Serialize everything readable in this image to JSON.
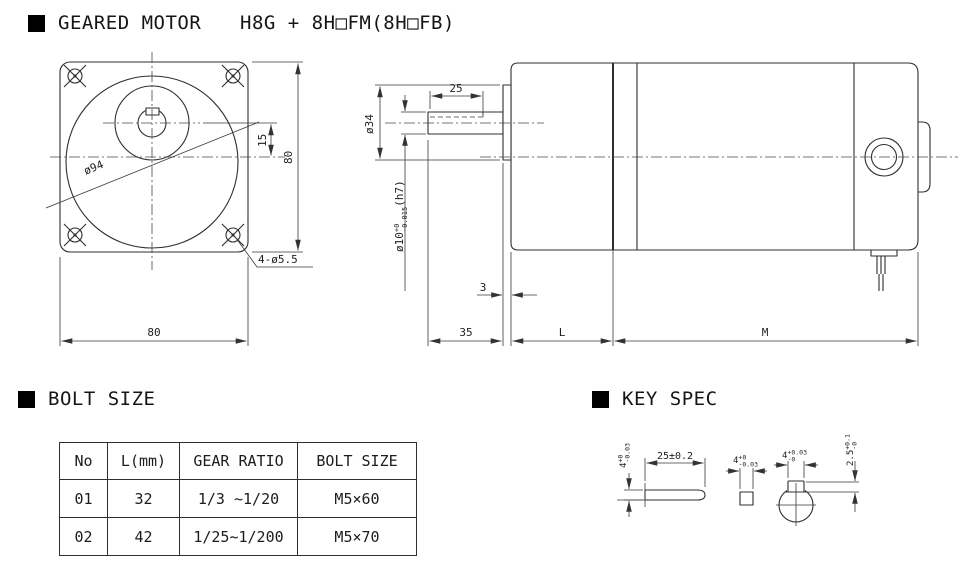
{
  "title": {
    "label": "GEARED MOTOR",
    "model": "H8G + 8H□FM(8H□FB)"
  },
  "front_view": {
    "dim_width": "80",
    "dim_height": "80",
    "dim_shaft_offset": "15",
    "dim_gear_dia": "ø94",
    "dim_mount_holes": "4-ø5.5"
  },
  "side_view": {
    "dim_key_length": "25",
    "dim_boss_dia": "ø34",
    "shaft_dia": {
      "main": "ø10",
      "sup": "+0",
      "sub": "-0.015",
      "fit": "(h7)"
    },
    "dim_boss_depth": "3",
    "dim_shaft_length": "35",
    "dim_gearhead_length": "L",
    "dim_motor_length": "M"
  },
  "bolt_size": {
    "section_label": "BOLT SIZE",
    "headers": [
      "No",
      "L(mm)",
      "GEAR RATIO",
      "BOLT SIZE"
    ],
    "rows": [
      [
        "01",
        "32",
        "1/3 ~1/20",
        "M5×60"
      ],
      [
        "02",
        "42",
        "1/25~1/200",
        "M5×70"
      ]
    ]
  },
  "key_spec": {
    "section_label": "KEY SPEC",
    "key_length": "25±0.2",
    "key_height": {
      "main": "4",
      "sup": "+0",
      "sub": "-0.03"
    },
    "key_width": {
      "main": "4",
      "sup": "+0",
      "sub": "-0.03"
    },
    "keyway_width": {
      "main": "4",
      "sup": "+0.03",
      "sub": "-0"
    },
    "keyway_depth": {
      "main": "2.5",
      "sup": "+0.1",
      "sub": "-0"
    }
  }
}
